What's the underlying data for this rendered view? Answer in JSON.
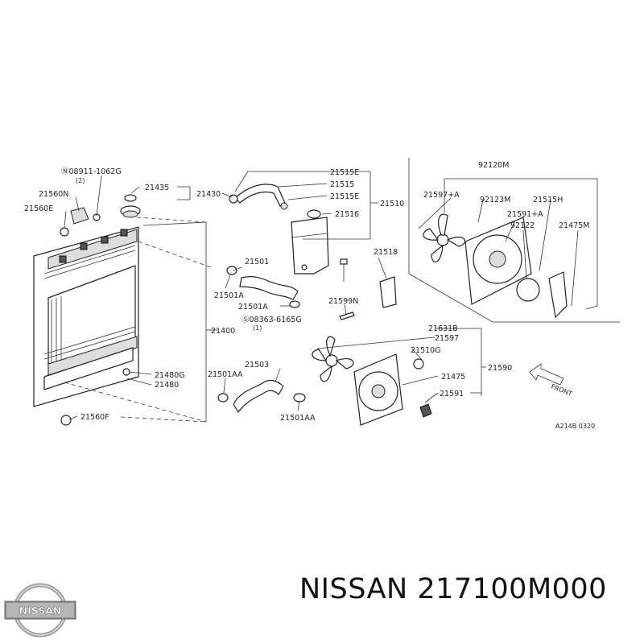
{
  "diagram": {
    "code": "A214B 0320",
    "front_label": "FRONT",
    "callouts": [
      {
        "id": "c1",
        "text": "Ⓝ08911-1062G"
      },
      {
        "id": "c2",
        "text": "(2)"
      },
      {
        "id": "c3",
        "text": "21435"
      },
      {
        "id": "c4",
        "text": "21430"
      },
      {
        "id": "c5",
        "text": "21560N"
      },
      {
        "id": "c6",
        "text": "21560E"
      },
      {
        "id": "c7",
        "text": "21515E"
      },
      {
        "id": "c8",
        "text": "21515"
      },
      {
        "id": "c9",
        "text": "21515E"
      },
      {
        "id": "c10",
        "text": "21510"
      },
      {
        "id": "c11",
        "text": "21516"
      },
      {
        "id": "c12",
        "text": "21501"
      },
      {
        "id": "c13",
        "text": "21501A"
      },
      {
        "id": "c14",
        "text": "21501A"
      },
      {
        "id": "c15",
        "text": "Ⓢ08363-6165G"
      },
      {
        "id": "c16",
        "text": "(1)"
      },
      {
        "id": "c17",
        "text": "21518"
      },
      {
        "id": "c18",
        "text": "21599N"
      },
      {
        "id": "c19",
        "text": "21400"
      },
      {
        "id": "c20",
        "text": "21480G"
      },
      {
        "id": "c21",
        "text": "21480"
      },
      {
        "id": "c22",
        "text": "21503"
      },
      {
        "id": "c23",
        "text": "21501AA"
      },
      {
        "id": "c24",
        "text": "21501AA"
      },
      {
        "id": "c25",
        "text": "21560F"
      },
      {
        "id": "c26",
        "text": "92120M"
      },
      {
        "id": "c27",
        "text": "21597+A"
      },
      {
        "id": "c28",
        "text": "92123M"
      },
      {
        "id": "c29",
        "text": "21515H"
      },
      {
        "id": "c30",
        "text": "21591+A"
      },
      {
        "id": "c31",
        "text": "92122"
      },
      {
        "id": "c32",
        "text": "21475M"
      },
      {
        "id": "c33",
        "text": "21631B"
      },
      {
        "id": "c34",
        "text": "21597"
      },
      {
        "id": "c35",
        "text": "21510G"
      },
      {
        "id": "c36",
        "text": "21475"
      },
      {
        "id": "c37",
        "text": "21591"
      },
      {
        "id": "c38",
        "text": "21590"
      }
    ]
  },
  "footer": {
    "brand_part_title": "NISSAN 217100M000",
    "logo_text": "NISSAN"
  }
}
